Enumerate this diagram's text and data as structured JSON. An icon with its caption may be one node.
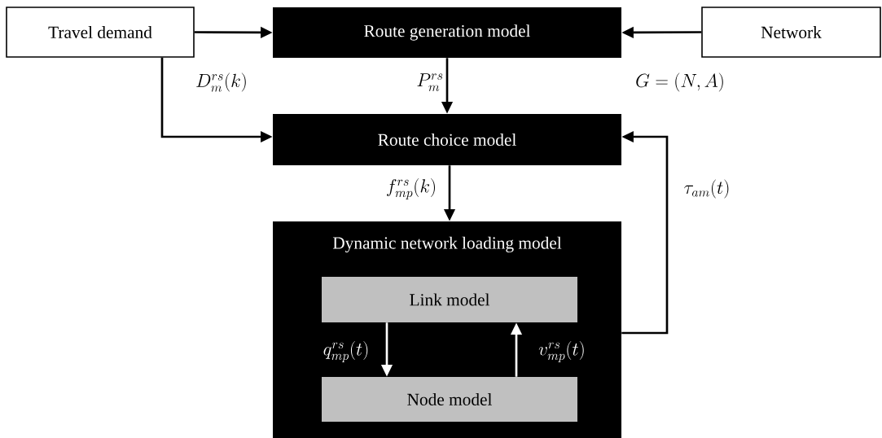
{
  "diagram": {
    "nodes": [
      {
        "text": [
          "Travel demand"
        ]
      },
      {
        "text": [
          "Route generation model"
        ]
      },
      {
        "text": [
          "Network"
        ]
      },
      {
        "text": [
          "Route choice model"
        ]
      },
      {
        "text": [
          "Dynamic network loading model"
        ]
      },
      {
        "text": [
          "Link model"
        ],
        "in": 4
      },
      {
        "text": [
          "Node model"
        ],
        "in": 4
      }
    ],
    "edges": [
      {
        "from": 0,
        "to": 1,
        "arrow": "to"
      },
      {
        "from": 2,
        "to": 1,
        "arrow": "to",
        "label": "G=(N,A)"
      },
      {
        "from": 0,
        "to": 3,
        "arrow": "to",
        "label": "D_m^{rs}(k)"
      },
      {
        "from": 1,
        "to": 3,
        "arrow": "to",
        "label": "P_m^{rs}"
      },
      {
        "from": 3,
        "to": 4,
        "arrow": "to",
        "label": "f_{mp}^{rs}(k)"
      },
      {
        "from": 4,
        "to": 3,
        "arrow": "to",
        "label": "\\tau_{am}(t)"
      },
      {
        "from": 5,
        "to": 6,
        "arrow": "to",
        "label": "q_{mp}^{rs}(t)",
        "color": "#ffffff"
      },
      {
        "from": 6,
        "to": 5,
        "arrow": "to",
        "label": "v_{mp}^{rs}(t)",
        "color": "#ffffff"
      }
    ]
  }
}
